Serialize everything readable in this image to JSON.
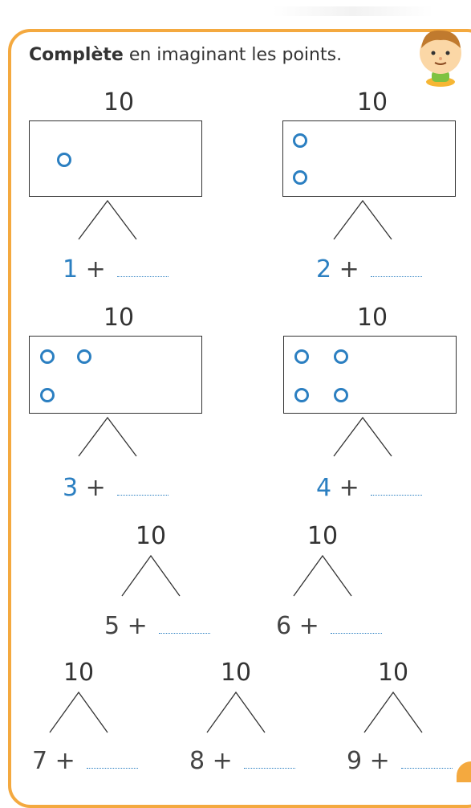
{
  "instruction": {
    "bold": "Complète",
    "rest": " en imaginant les points."
  },
  "colors": {
    "accent": "#2b7fc1",
    "frame": "#f4a93f"
  },
  "total": "10",
  "exercises": [
    {
      "given": "1",
      "plus": "+",
      "answer": "",
      "dots": 1
    },
    {
      "given": "2",
      "plus": "+",
      "answer": "",
      "dots": 2
    },
    {
      "given": "3",
      "plus": "+",
      "answer": "",
      "dots": 3
    },
    {
      "given": "4",
      "plus": "+",
      "answer": "",
      "dots": 4
    },
    {
      "given": "5",
      "plus": "+",
      "answer": ""
    },
    {
      "given": "6",
      "plus": "+",
      "answer": ""
    },
    {
      "given": "7",
      "plus": "+",
      "answer": ""
    },
    {
      "given": "8",
      "plus": "+",
      "answer": ""
    },
    {
      "given": "9",
      "plus": "+",
      "answer": ""
    }
  ],
  "mascot_icon": "boy-mascot-icon"
}
